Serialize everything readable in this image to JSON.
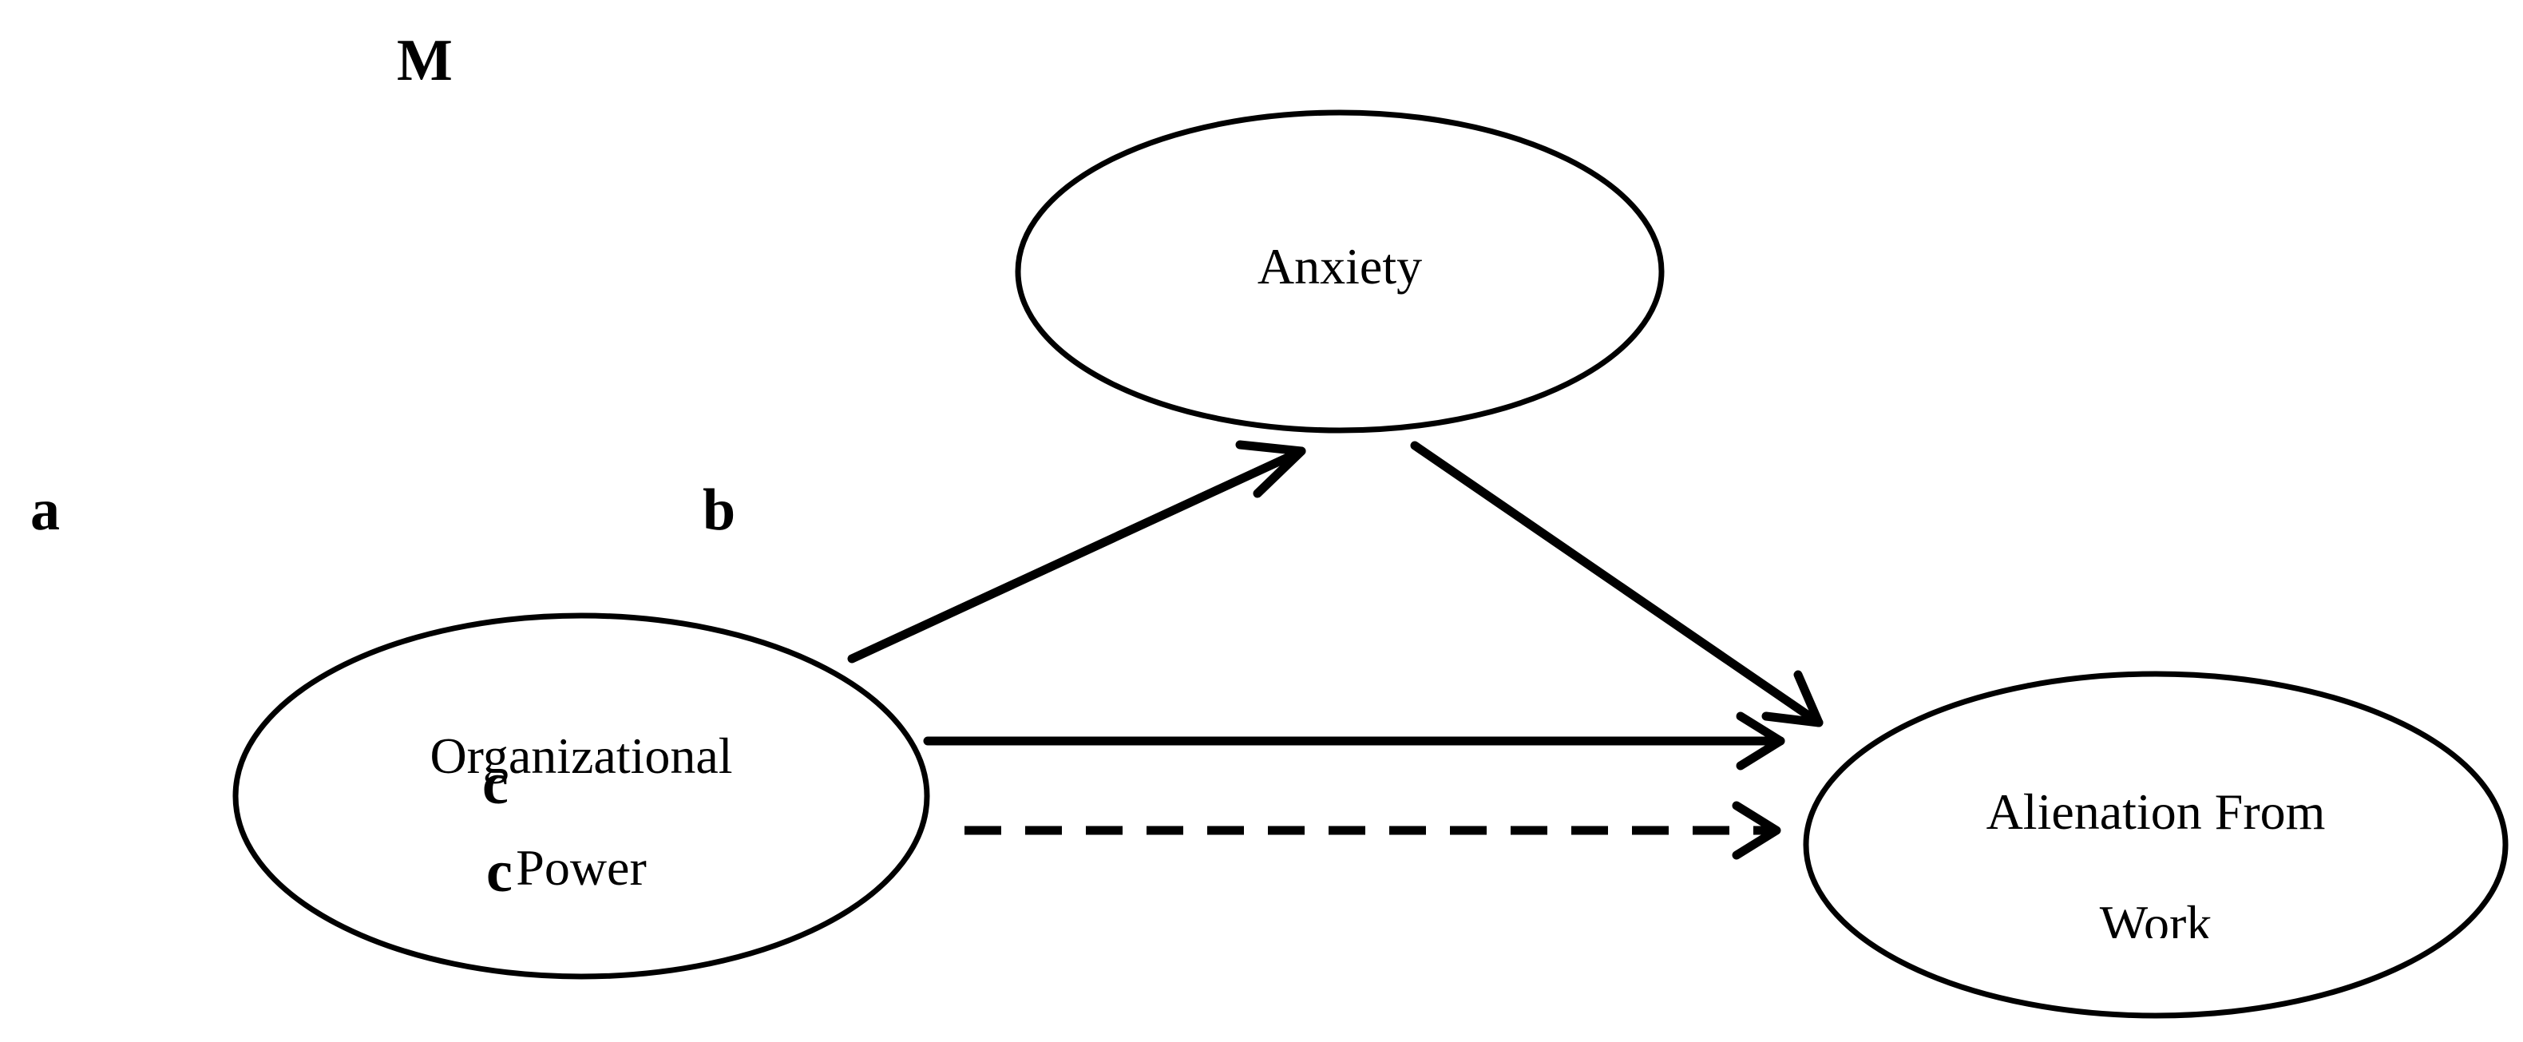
{
  "diagram": {
    "labels": {
      "mediator_letter": "M",
      "path_a": "a",
      "path_b": "b",
      "path_c_direct": "c",
      "path_c_prime": "c"
    },
    "nodes": {
      "mediator": {
        "text": "Anxiety"
      },
      "predictor": {
        "line1": "Organizational",
        "line2": "Power"
      },
      "outcome": {
        "line1": "Alienation From",
        "line2": "Work"
      }
    },
    "line_color": "#000000",
    "background_color": "#ffffff"
  }
}
